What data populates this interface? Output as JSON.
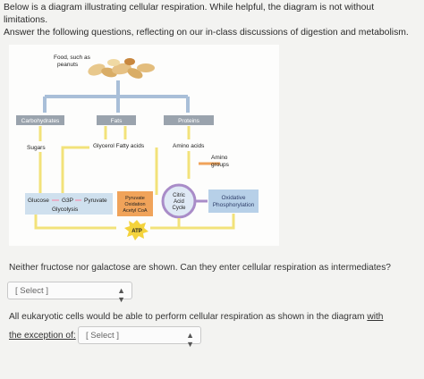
{
  "intro": {
    "line1": "Below is a diagram illustrating cellular respiration. While helpful, the diagram is not without limitations.",
    "line2": "Answer the following questions, reflecting on our in-class discussions of digestion and metabolism."
  },
  "diagram": {
    "food_label_1": "Food, such as",
    "food_label_2": "peanuts",
    "carbohydrates": "Carbohydrates",
    "fats": "Fats",
    "proteins": "Proteins",
    "sugars": "Sugars",
    "glycerol_fatty": "Glycerol Fatty acids",
    "amino_acids": "Amino acids",
    "amino_groups_1": "Amino",
    "amino_groups_2": "groups",
    "glucose": "Glucose",
    "g3p": "G3P",
    "pyruvate": "Pyruvate",
    "glycolysis": "Glycolysis",
    "pyruvate_ox_1": "Pyruvate",
    "pyruvate_ox_2": "Oxidation",
    "pyruvate_ox_3": "Acetyl CoA",
    "citric_1": "Citric",
    "citric_2": "Acid",
    "citric_3": "Cycle",
    "oxphos_1": "Oxidative",
    "oxphos_2": "Phosphorylation",
    "atp": "ATP",
    "colors": {
      "gray_box": "#9aa3ad",
      "blue_box": "#2f5c8f",
      "light_blue": "#b7d0e8",
      "yellow": "#f2e27a",
      "orange": "#f0a35a",
      "purple": "#a98cc8",
      "atp": "#f4d33c"
    }
  },
  "question1": {
    "text": "Neither fructose nor galactose are shown. Can they enter cellular respiration as intermediates?",
    "select_value": "[ Select ]",
    "caret_icon": "up-down-caret"
  },
  "question2": {
    "text_line1_a": "All eukaryotic cells would be able to perform cellular respiration as shown in the diagram ",
    "text_line1_u": "with",
    "text_line2_u": "the exception of:",
    "select_value": "[ Select ]",
    "caret_icon": "up-down-caret"
  }
}
